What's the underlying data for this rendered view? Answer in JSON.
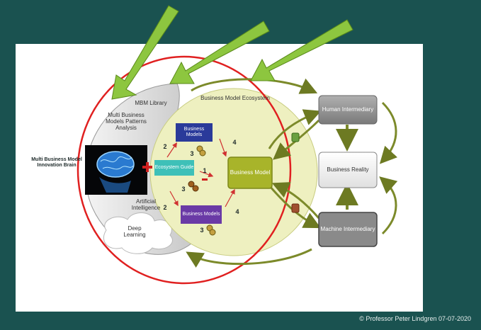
{
  "diagram": {
    "left_brain": {
      "title": "Multi Business Model Innovation Brain",
      "library": "MBM Library",
      "patterns": "Multi Business Models Patterns Analysis",
      "ai": "Artificial Intelligence",
      "deep_learning": "Deep Learning"
    },
    "ecosystem": {
      "title": "Business Model Ecosystem",
      "business_models_top": "Business Models",
      "business_models_bottom": "Business Models",
      "ecosystem_guide": "Ecosystem Guide",
      "business_model": "Business Model",
      "numbers": [
        "2",
        "3",
        "4",
        "1",
        "3",
        "2",
        "4",
        "3"
      ]
    },
    "right_side": {
      "human": "Human Intermediary",
      "reality": "Business Reality",
      "machine": "Machine Intermediary"
    },
    "colors": {
      "background": "#1a5250",
      "arrow_green": "#8dc63f",
      "circle_red": "#e02020",
      "ecosystem_fill": "#eef0c0",
      "business_model_box": "#a8b42a",
      "blue_box": "#2a3a9a",
      "purple_box": "#6a3aa6",
      "teal_box": "#3ec0b8"
    }
  },
  "footer": {
    "copyright": "© Professor Peter Lindgren 07-07-2020"
  }
}
